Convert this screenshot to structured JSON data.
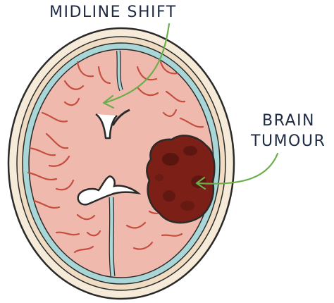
{
  "labels": {
    "midline_shift": "MIDLINE SHIFT",
    "brain_tumour_line1": "BRAIN",
    "brain_tumour_line2": "TUMOUR"
  },
  "colors": {
    "skull": "#f6ead8",
    "skull_outline": "#2a2a2a",
    "brain": "#f0b9ae",
    "csf": "#a9d6d6",
    "sulci": "#c54e3e",
    "tumour": "#7b1f17",
    "tumour_dark": "#4a120c",
    "arrow": "#6cae4b",
    "text": "#1f2a44"
  },
  "icons": {
    "midline_arrow": "green-arrow-icon",
    "tumour_arrow": "green-arrow-icon"
  }
}
